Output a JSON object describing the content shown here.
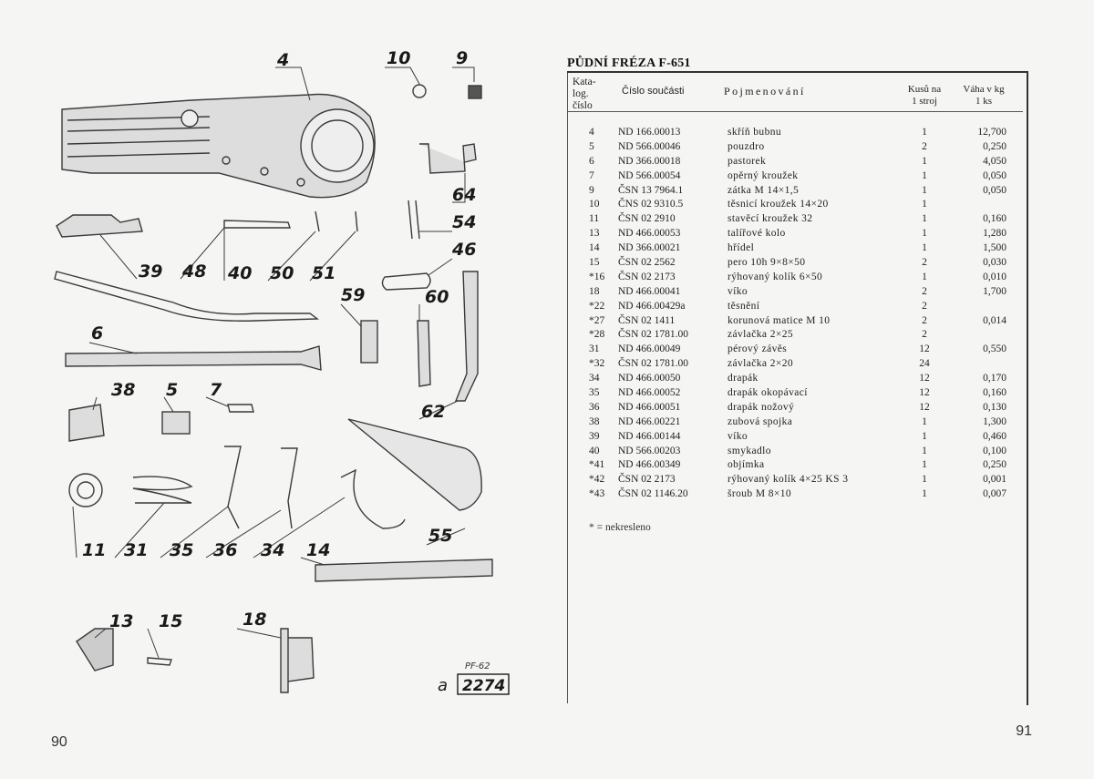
{
  "left_page": {
    "page_number": "90",
    "callouts": [
      {
        "id": "c4",
        "text": "4"
      },
      {
        "id": "c10",
        "text": "10"
      },
      {
        "id": "c9",
        "text": "9"
      },
      {
        "id": "c64",
        "text": "64"
      },
      {
        "id": "c54",
        "text": "54"
      },
      {
        "id": "c46",
        "text": "46"
      },
      {
        "id": "c39",
        "text": "39"
      },
      {
        "id": "c48",
        "text": "48"
      },
      {
        "id": "c40",
        "text": "40"
      },
      {
        "id": "c50",
        "text": "50"
      },
      {
        "id": "c51",
        "text": "51"
      },
      {
        "id": "c59",
        "text": "59"
      },
      {
        "id": "c60",
        "text": "60"
      },
      {
        "id": "c6",
        "text": "6"
      },
      {
        "id": "c38",
        "text": "38"
      },
      {
        "id": "c5",
        "text": "5"
      },
      {
        "id": "c7",
        "text": "7"
      },
      {
        "id": "c62",
        "text": "62"
      },
      {
        "id": "c55",
        "text": "55"
      },
      {
        "id": "c11",
        "text": "11"
      },
      {
        "id": "c31",
        "text": "31"
      },
      {
        "id": "c35",
        "text": "35"
      },
      {
        "id": "c36",
        "text": "36"
      },
      {
        "id": "c34",
        "text": "34"
      },
      {
        "id": "c14",
        "text": "14"
      },
      {
        "id": "c13",
        "text": "13"
      },
      {
        "id": "c15",
        "text": "15"
      },
      {
        "id": "c18",
        "text": "18"
      }
    ],
    "stamp": {
      "small": "PF-62",
      "letter": "a",
      "code": "2274"
    }
  },
  "right_page": {
    "page_number": "91",
    "title": "PŮDNÍ FRÉZA F-651",
    "headers": {
      "catalog": [
        "Kata-",
        "log.",
        "číslo"
      ],
      "part": "Číslo součásti",
      "name": "Pojmenování",
      "qty": [
        "Kusů na",
        "1 stroj"
      ],
      "weight": [
        "Váha v kg",
        "1 ks"
      ]
    },
    "rows": [
      {
        "cat": "4",
        "part": "ND 166.00013",
        "name": "skříň bubnu",
        "qty": "1",
        "weight": "12,700"
      },
      {
        "cat": "5",
        "part": "ND 566.00046",
        "name": "pouzdro",
        "qty": "2",
        "weight": "0,250"
      },
      {
        "cat": "6",
        "part": "ND 366.00018",
        "name": "pastorek",
        "qty": "1",
        "weight": "4,050"
      },
      {
        "cat": "7",
        "part": "ND 566.00054",
        "name": "opěrný kroužek",
        "qty": "1",
        "weight": "0,050"
      },
      {
        "cat": "9",
        "part": "ČSN 13 7964.1",
        "name": "zátka M 14×1,5",
        "qty": "1",
        "weight": "0,050"
      },
      {
        "cat": "10",
        "part": "ČNS 02 9310.5",
        "name": "těsnicí kroužek 14×20",
        "qty": "1",
        "weight": ""
      },
      {
        "cat": "11",
        "part": "ČSN 02 2910",
        "name": "stavěcí kroužek 32",
        "qty": "1",
        "weight": "0,160"
      },
      {
        "cat": "13",
        "part": "ND 466.00053",
        "name": "talířové kolo",
        "qty": "1",
        "weight": "1,280"
      },
      {
        "cat": "14",
        "part": "ND 366.00021",
        "name": "hřídel",
        "qty": "1",
        "weight": "1,500"
      },
      {
        "cat": "15",
        "part": "ČSN 02 2562",
        "name": "pero 10h 9×8×50",
        "qty": "2",
        "weight": "0,030"
      },
      {
        "cat": "*16",
        "part": "ČSN 02 2173",
        "name": "rýhovaný kolík 6×50",
        "qty": "1",
        "weight": "0,010"
      },
      {
        "cat": "18",
        "part": "ND 466.00041",
        "name": "víko",
        "qty": "2",
        "weight": "1,700"
      },
      {
        "cat": "*22",
        "part": "ND 466.00429a",
        "name": "těsnění",
        "qty": "2",
        "weight": ""
      },
      {
        "cat": "*27",
        "part": "ČSN 02 1411",
        "name": "korunová matice M 10",
        "qty": "2",
        "weight": "0,014"
      },
      {
        "cat": "*28",
        "part": "ČSN 02 1781.00",
        "name": "závlačka 2×25",
        "qty": "2",
        "weight": ""
      },
      {
        "cat": "31",
        "part": "ND 466.00049",
        "name": "pérový závěs",
        "qty": "12",
        "weight": "0,550"
      },
      {
        "cat": "*32",
        "part": "ČSN 02 1781.00",
        "name": "závlačka 2×20",
        "qty": "24",
        "weight": ""
      },
      {
        "cat": "34",
        "part": "ND 466.00050",
        "name": "drapák",
        "qty": "12",
        "weight": "0,170"
      },
      {
        "cat": "35",
        "part": "ND 466.00052",
        "name": "drapák okopávací",
        "qty": "12",
        "weight": "0,160"
      },
      {
        "cat": "36",
        "part": "ND 466.00051",
        "name": "drapák nožový",
        "qty": "12",
        "weight": "0,130"
      },
      {
        "cat": "38",
        "part": "ND 466.00221",
        "name": "zubová spojka",
        "qty": "1",
        "weight": "1,300"
      },
      {
        "cat": "39",
        "part": "ND 466.00144",
        "name": "víko",
        "qty": "1",
        "weight": "0,460"
      },
      {
        "cat": "40",
        "part": "ND 566.00203",
        "name": "smykadlo",
        "qty": "1",
        "weight": "0,100"
      },
      {
        "cat": "*41",
        "part": "ND 466.00349",
        "name": "objímka",
        "qty": "1",
        "weight": "0,250"
      },
      {
        "cat": "*42",
        "part": "ČSN 02 2173",
        "name": "rýhovaný kolík 4×25 KS 3",
        "qty": "1",
        "weight": "0,001"
      },
      {
        "cat": "*43",
        "part": "ČSN 02 1146.20",
        "name": "šroub M 8×10",
        "qty": "1",
        "weight": "0,007"
      }
    ],
    "footnote": "* = nekresleno"
  },
  "colors": {
    "paper": "#f5f5f3",
    "ink": "#222222",
    "drawing": "#3a3a3a"
  }
}
